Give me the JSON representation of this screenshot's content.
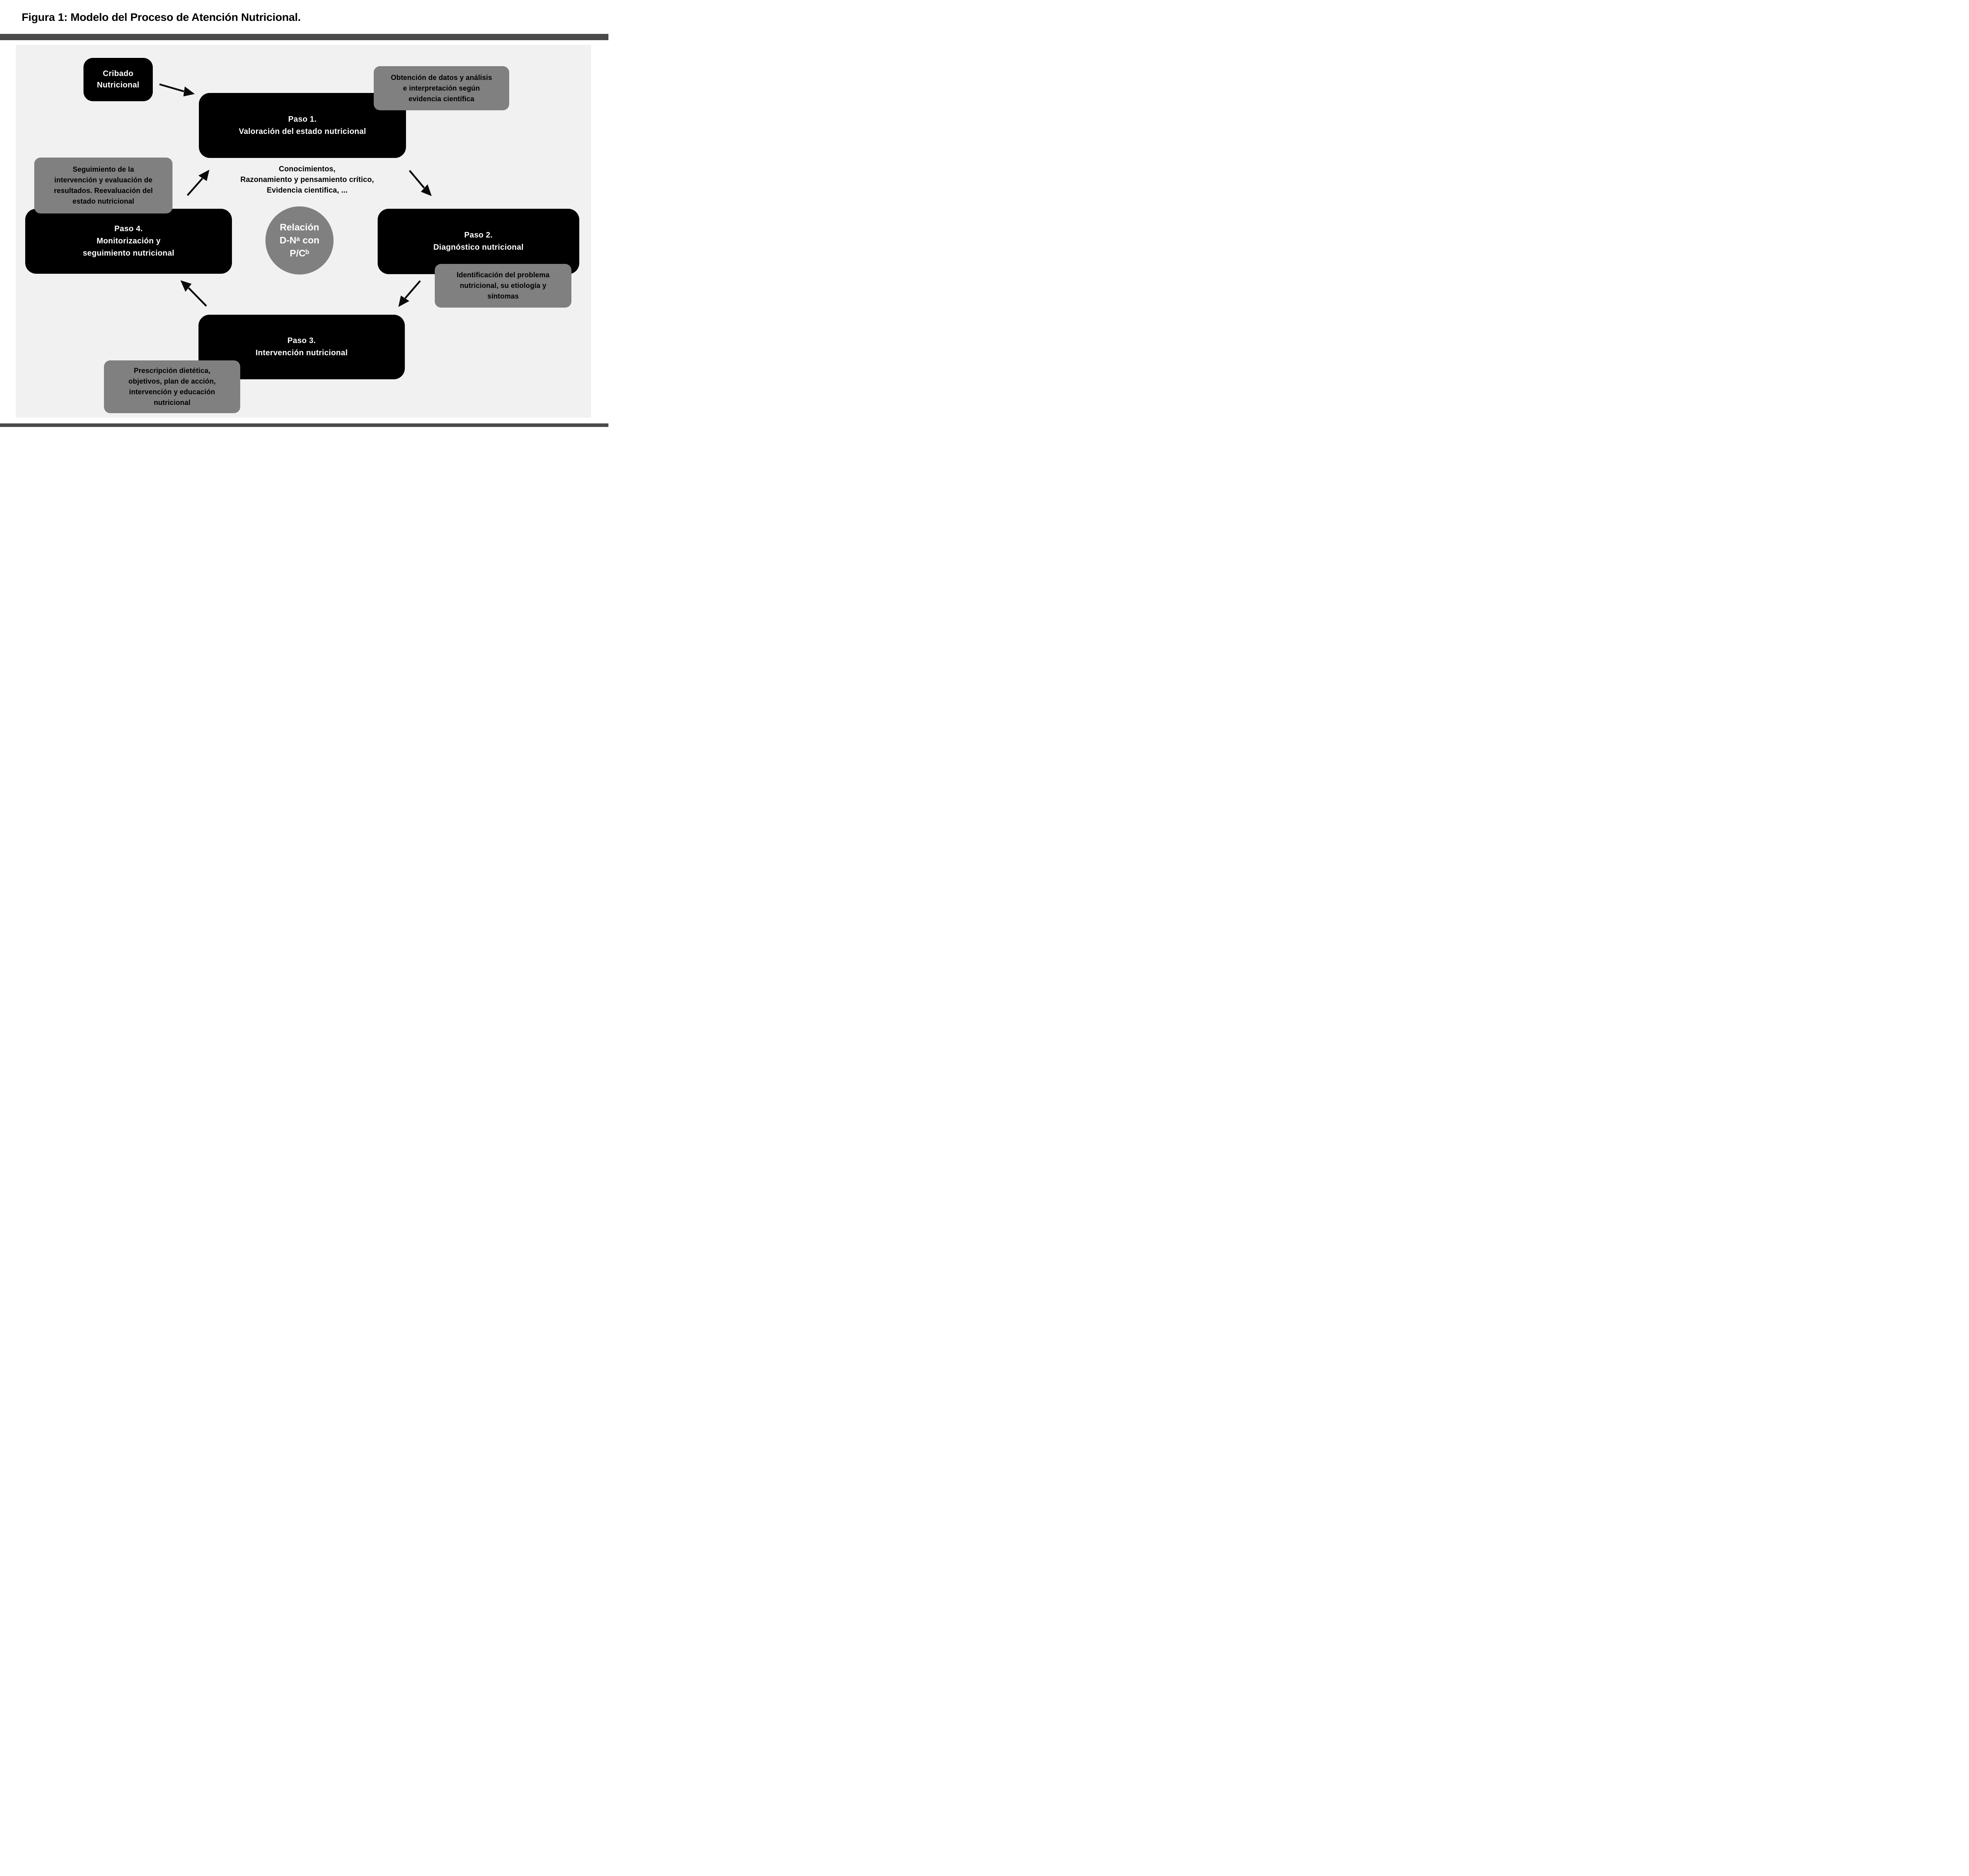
{
  "title": "Figura 1: Modelo del Proceso de Atención Nutricional.",
  "nodes": {
    "cribado": {
      "lines": [
        "Cribado",
        "Nutricional"
      ]
    },
    "paso1": {
      "lines": [
        "Paso 1.",
        "Valoración del estado nutricional"
      ]
    },
    "paso2": {
      "lines": [
        "Paso 2.",
        "Diagnóstico nutricional"
      ]
    },
    "paso3": {
      "lines": [
        "Paso 3.",
        "Intervención nutricional"
      ]
    },
    "paso4": {
      "lines": [
        "Paso 4.",
        "Monitorización y",
        "seguimiento nutricional"
      ]
    }
  },
  "annotations": {
    "paso1_note": {
      "lines": [
        "Obtención de datos y análisis",
        "e interpretación según",
        "evidencia científica"
      ]
    },
    "paso2_note": {
      "lines": [
        "Identificación del problema",
        "nutricional, su etiología y",
        "síntomas"
      ]
    },
    "paso3_note": {
      "lines": [
        "Prescripción dietética,",
        "objetivos, plan de acción,",
        "intervención y educación",
        "nutricional"
      ]
    },
    "paso4_note": {
      "lines": [
        "Seguimiento de la",
        "intervención y evaluación de",
        "resultados. Reevaluación del",
        "estado nutricional"
      ]
    }
  },
  "center_text": {
    "lines": [
      "Conocimientos,",
      "Razonamiento y pensamiento crítico,",
      "Evidencia cientifica, ..."
    ]
  },
  "hub_circle": {
    "lines": [
      "Relación",
      "D-Nᵃ con",
      "P/Cᵇ"
    ]
  },
  "colors": {
    "node_fill": "#000000",
    "node_text": "#ffffff",
    "annotation_fill": "#808080",
    "annotation_text": "#000000",
    "panel_background": "#f1f1f1",
    "rule_bar": "#4a4a4a",
    "arrow": "#0a0a0a"
  }
}
